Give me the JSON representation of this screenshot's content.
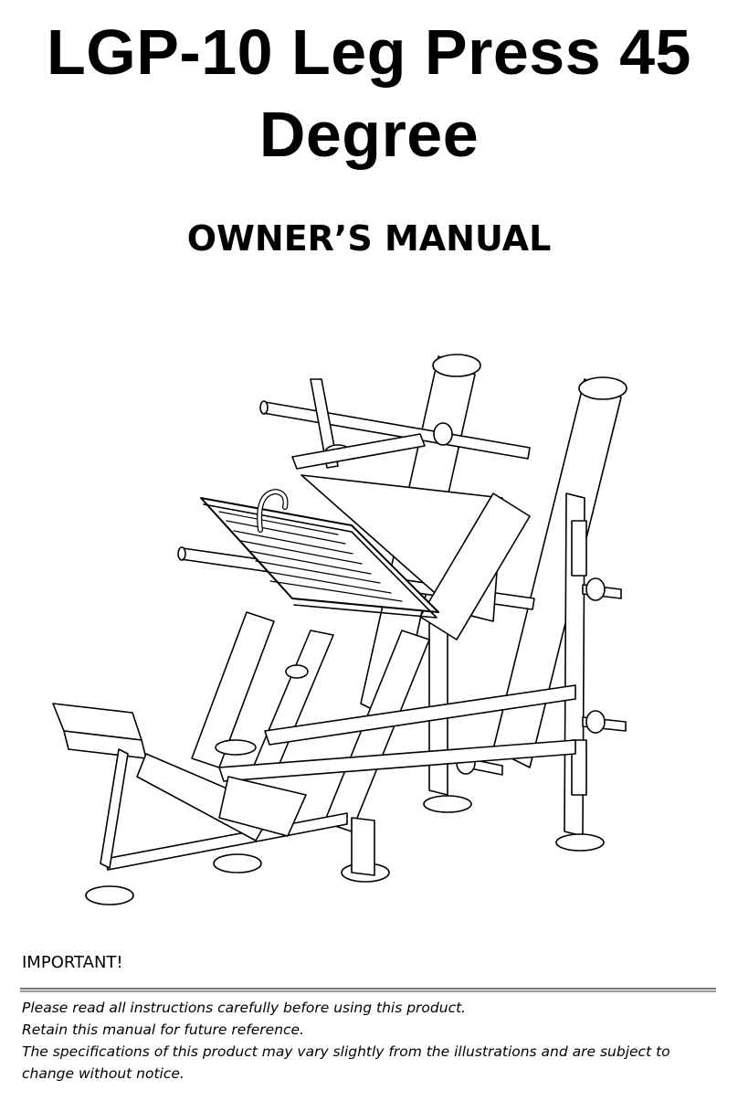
{
  "document": {
    "title": "LGP-10 Leg Press 45 Degree",
    "subtitle": "OWNER’S MANUAL",
    "important_heading": "IMPORTANT!",
    "notes": [
      "Please read all instructions carefully before using this product.",
      "Retain this manual for future reference.",
      "The specifications of this product may vary slightly from the illustrations and are subject to change without notice."
    ]
  }
}
